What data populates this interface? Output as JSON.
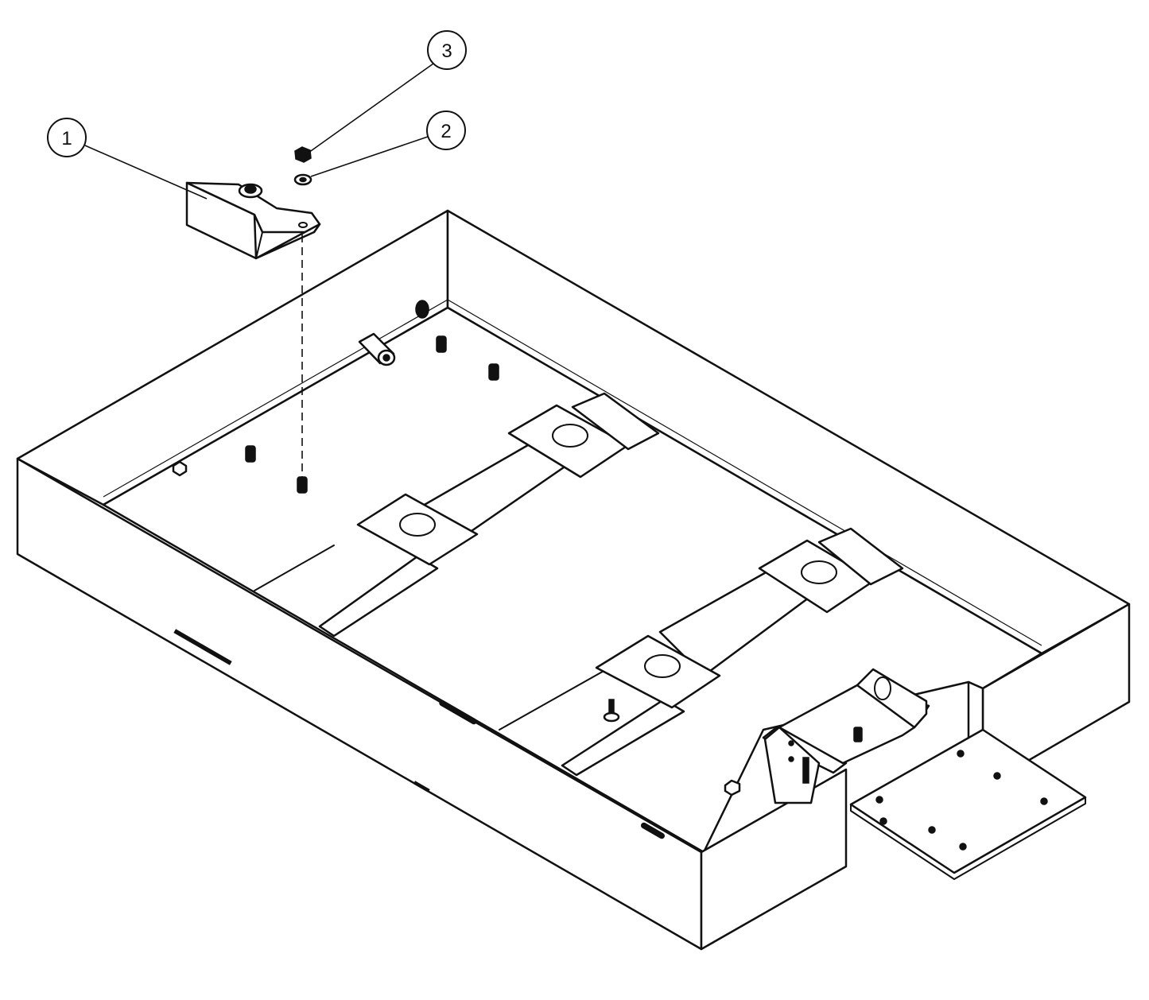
{
  "callouts": [
    {
      "number": "1",
      "part": "bracket"
    },
    {
      "number": "2",
      "part": "washer"
    },
    {
      "number": "3",
      "part": "nut"
    }
  ],
  "colors": {
    "line": "#111111",
    "background": "#ffffff"
  }
}
